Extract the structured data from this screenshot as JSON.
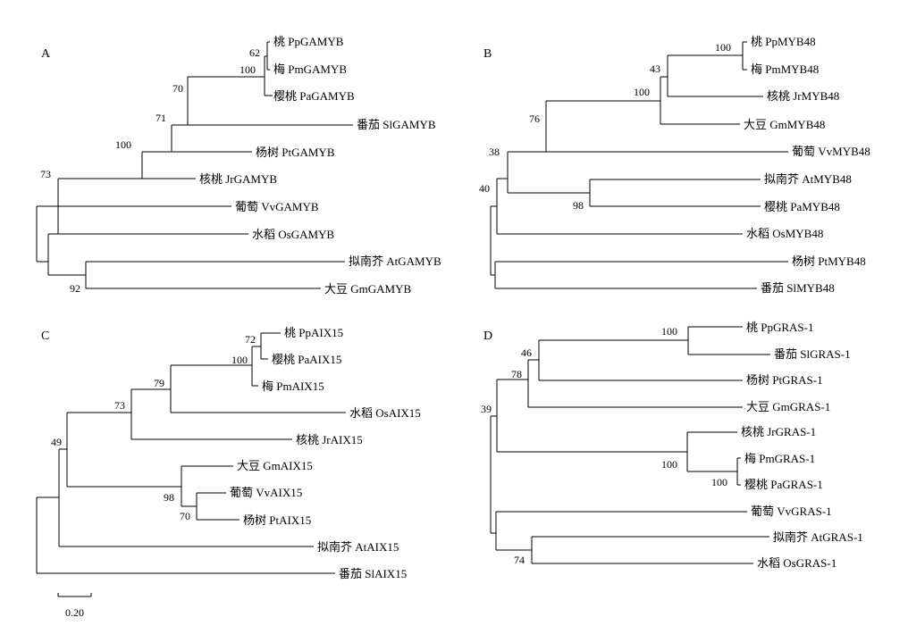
{
  "panels": {
    "A": {
      "letter": "A",
      "leaves": {
        "pp": "桃 PpGAMYB",
        "pm": "梅 PmGAMYB",
        "pa": "樱桃 PaGAMYB",
        "sl": "番茄 SlGAMYB",
        "pt": "杨树 PtGAMYB",
        "jr": "核桃 JrGAMYB",
        "vv": "葡萄 VvGAMYB",
        "os": "水稻 OsGAMYB",
        "at": "拟南芥 AtGAMYB",
        "gm": "大豆 GmGAMYB"
      },
      "support": {
        "pp_pm": "62",
        "pp_pm_pa": "100",
        "ros_sl": "70",
        "plus_pt": "71",
        "plus_jr": "100",
        "plus_vv": "73",
        "at_gm": "92"
      }
    },
    "B": {
      "letter": "B",
      "leaves": {
        "pp": "桃 PpMYB48",
        "pm": "梅 PmMYB48",
        "jr": "核桃 JrMYB48",
        "gm": "大豆 GmMYB48",
        "vv": "葡萄 VvMYB48",
        "at": "拟南芥 AtMYB48",
        "pa": "樱桃 PaMYB48",
        "os": "水稻 OsMYB48",
        "pt": "杨树 PtMYB48",
        "sl": "番茄 SlMYB48"
      },
      "support": {
        "pp_pm": "100",
        "plus_jr": "43",
        "plus_gm": "100",
        "plus_vv": "76",
        "at_pa": "98",
        "core": "38",
        "root": "40"
      }
    },
    "C": {
      "letter": "C",
      "leaves": {
        "pp": "桃 PpAIX15",
        "pa": "樱桃 PaAIX15",
        "pm": "梅 PmAIX15",
        "os": "水稻 OsAIX15",
        "jr": "核桃 JrAIX15",
        "gm": "大豆 GmAIX15",
        "vv": "葡萄 VvAIX15",
        "pt": "杨树 PtAIX15",
        "at": "拟南芥 AtAIX15",
        "sl": "番茄 SlAIX15"
      },
      "support": {
        "pp_pa": "72",
        "ros": "100",
        "plus_os": "79",
        "plus_jr": "73",
        "vv_pt": "70",
        "gm_clade": "98",
        "big": "49"
      },
      "scale": "0.20"
    },
    "D": {
      "letter": "D",
      "leaves": {
        "pp": "桃 PpGRAS-1",
        "sl": "番茄 SlGRAS-1",
        "pt": "杨树 PtGRAS-1",
        "gm": "大豆 GmGRAS-1",
        "jr": "核桃 JrGRAS-1",
        "pm": "梅 PmGRAS-1",
        "pa": "樱桃 PaGRAS-1",
        "vv": "葡萄 VvGRAS-1",
        "at": "拟南芥 AtGRAS-1",
        "os": "水稻 OsGRAS-1"
      },
      "support": {
        "pp_sl": "100",
        "plus_pt": "46",
        "plus_gm": "78",
        "pm_pa": "100",
        "jr_clade": "100",
        "root": "39",
        "at_os": "74"
      }
    }
  }
}
